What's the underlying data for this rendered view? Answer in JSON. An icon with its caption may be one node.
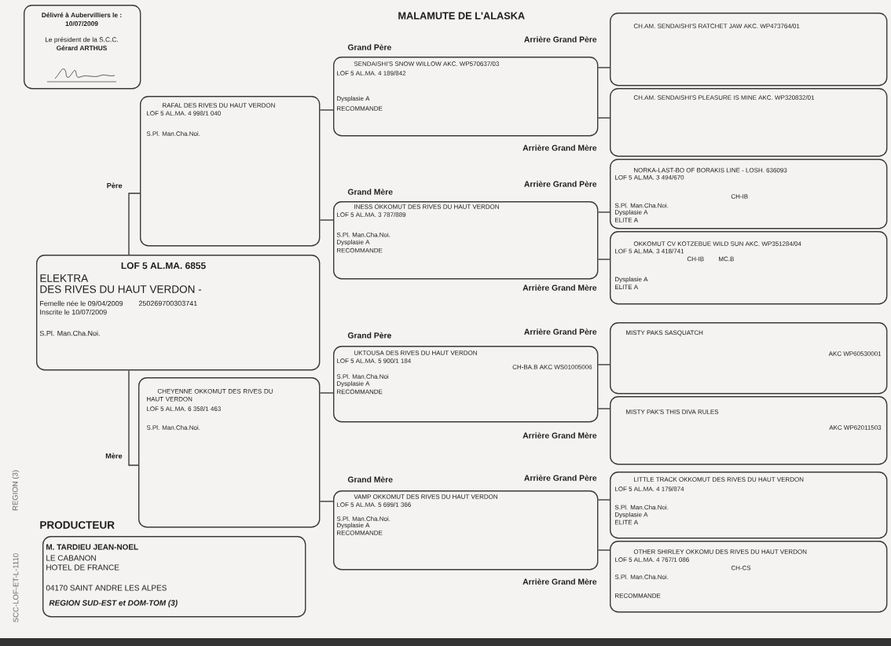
{
  "diagram": {
    "title": "MALAMUTE DE L'ALASKA",
    "nodes": [
      {
        "text": [
          "Délivré à Aubervilliers le :",
          "10/07/2009",
          "Le président de la S.C.C.",
          "Gérard ARTHUS"
        ]
      },
      {
        "text": [
          "RAFAL DES RIVES DU HAUT VERDON",
          "LOF 5 AL.MA. 4 998/1 040",
          "S.Pl. Man.Cha.Noi."
        ]
      },
      {
        "text": [
          "LOF 5 AL.MA. 6855",
          "ELEKTRA",
          "DES RIVES DU HAUT VERDON -",
          "Femelle née le 09/04/2009",
          "250269700303741",
          "Inscrite le 10/07/2009",
          "S.Pl. Man.Cha.Noi."
        ]
      },
      {
        "text": [
          "CHEYENNE OKKOMUT DES RIVES DU HAUT VERDON",
          "LOF 5 AL.MA. 6 358/1 463",
          "S.Pl. Man.Cha.Noi."
        ]
      },
      {
        "text": [
          "SENDAISHI'S SNOW WILLOW AKC. WP570637/03",
          "LOF 5 AL.MA. 4 189/842",
          "Dysplasie A",
          "RECOMMANDE"
        ],
        "beside": [
          "Grand Père"
        ]
      },
      {
        "text": [
          "INESS OKKOMUT DES RIVES DU HAUT VERDON",
          "LOF 5 AL.MA. 3 787/889",
          "S.Pl. Man.Cha.Noi.",
          "Dysplasie A",
          "RECOMMANDE"
        ],
        "beside": [
          "Grand Mère"
        ]
      },
      {
        "text": [
          "UKTOUSA DES RIVES DU HAUT VERDON",
          "LOF 5 AL.MA. 5 900/1 184",
          "CH-BA.B AKC WS01005006",
          "S.Pl. Man.Cha.Noi",
          "Dysplasie A",
          "RECOMMANDE"
        ],
        "beside": [
          "Grand Père"
        ]
      },
      {
        "text": [
          "VAMP OKKOMUT DES RIVES DU HAUT VERDON",
          "LOF 5 AL.MA. 5 699/1 366",
          "S.Pl. Man.Cha.Noi.",
          "Dysplasie A",
          "RECOMMANDE"
        ],
        "beside": [
          "Grand Mère"
        ]
      },
      {
        "text": [
          "CH.AM. SENDAISHI'S RATCHET JAW AKC. WP473764/01"
        ]
      },
      {
        "text": [
          "CH.AM. SENDAISHI'S PLEASURE IS MINE AKC. WP320832/01"
        ]
      },
      {
        "text": [
          "NORKA-LAST-BO OF BORAKIS LINE - LOSH. 636093",
          "LOF 5 AL.MA. 3 494/670",
          "CH-IB",
          "S.Pl. Man.Cha.Noi.",
          "Dysplasie A",
          "ELITE A"
        ]
      },
      {
        "text": [
          "OKKOMUT CV KOTZEBUE WILD SUN AKC. WP351284/04",
          "LOF 5 AL.MA. 3 418/741",
          "CH-IB",
          "MC.B",
          "Dysplasie A",
          "ELITE A"
        ]
      },
      {
        "text": [
          "MISTY PAKS SASQUATCH",
          "AKC WP60530001"
        ]
      },
      {
        "text": [
          "MISTY PAK'S THIS DIVA RULES",
          "AKC WP62011503"
        ]
      },
      {
        "text": [
          "LITTLE TRACK OKKOMUT DES RIVES DU HAUT VERDON",
          "LOF 5 AL.MA. 4 179/874",
          "S.Pl. Man.Cha.Noi.",
          "Dysplasie A",
          "ELITE A"
        ]
      },
      {
        "text": [
          "OTHER SHIRLEY OKKOMU DES RIVES DU HAUT VERDON",
          "LOF 5 AL.MA. 4 767/1 086",
          "CH-CS",
          "S.Pl. Man.Cha.Noi.",
          "RECOMMANDE"
        ]
      },
      {
        "text": [
          "M. TARDIEU JEAN-NOEL",
          "LE CABANON",
          "HOTEL DE FRANCE",
          "04170 SAINT ANDRE LES ALPES",
          "REGION SUD-EST et DOM-TOM (3)"
        ],
        "beside": [
          "PRODUCTEUR"
        ]
      }
    ],
    "edges": [
      {
        "from": 2,
        "to": 1,
        "arrow": "none",
        "label": "Père"
      },
      {
        "from": 2,
        "to": 3,
        "arrow": "none",
        "label": "Mère"
      },
      {
        "from": 1,
        "to": 4,
        "arrow": "none"
      },
      {
        "from": 1,
        "to": 5,
        "arrow": "none"
      },
      {
        "from": 3,
        "to": 6,
        "arrow": "none"
      },
      {
        "from": 3,
        "to": 7,
        "arrow": "none"
      },
      {
        "from": 4,
        "to": 8,
        "arrow": "none"
      },
      {
        "from": 4,
        "to": 9,
        "arrow": "none"
      },
      {
        "from": 5,
        "to": 10,
        "arrow": "none"
      },
      {
        "from": 5,
        "to": 11,
        "arrow": "none"
      },
      {
        "from": 6,
        "to": 12,
        "arrow": "none"
      },
      {
        "from": 6,
        "to": 13,
        "arrow": "none"
      },
      {
        "from": 7,
        "to": 14,
        "arrow": "none"
      },
      {
        "from": 7,
        "to": 15,
        "arrow": "none"
      }
    ],
    "labels": [
      "Arrière Grand Père",
      "Arrière Grand Mère",
      "Arrière Grand Père",
      "Arrière Grand Mère",
      "Arrière Grand Père",
      "Arrière Grand Mère",
      "Arrière Grand Père",
      "REGION (3)",
      "Arrière Grand Mère",
      "SCC-LOF-ET-L-1110"
    ]
  }
}
